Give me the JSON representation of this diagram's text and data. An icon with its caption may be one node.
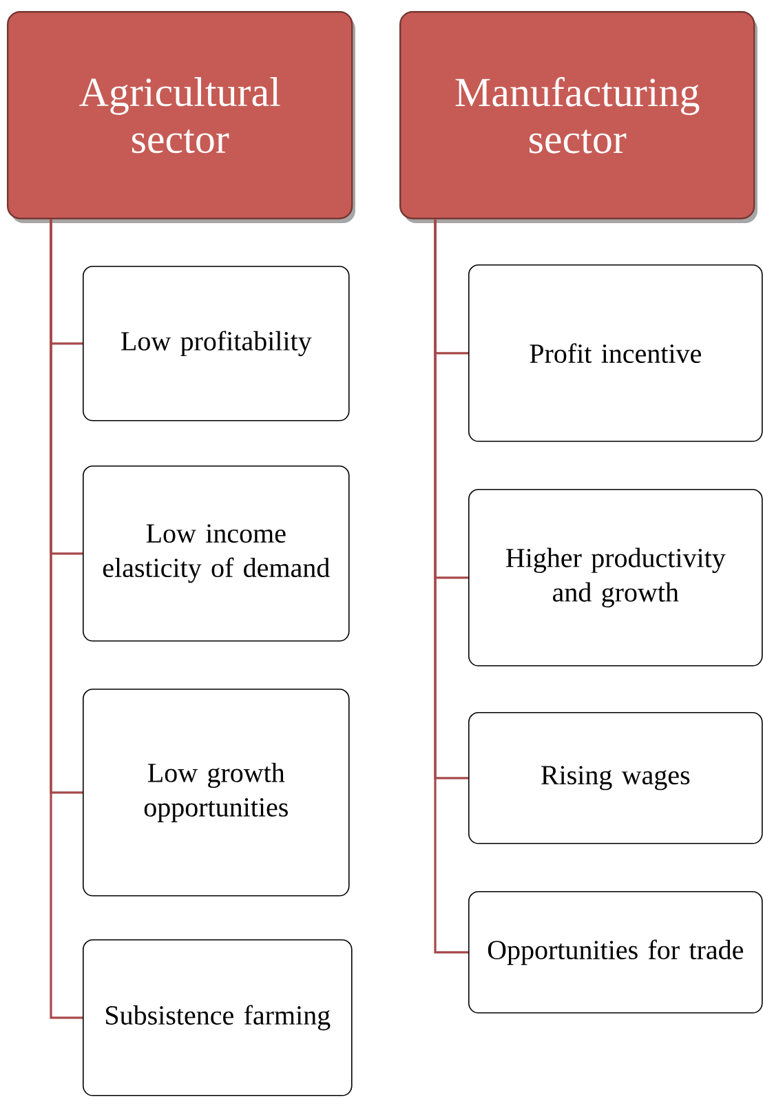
{
  "diagram": {
    "nodes": [
      {
        "text": [
          "Agricultural sector"
        ]
      },
      {
        "text": [
          "Low profitability"
        ]
      },
      {
        "text": [
          "Low income elasticity of demand"
        ]
      },
      {
        "text": [
          "Low growth opportunities"
        ]
      },
      {
        "text": [
          "Subsistence farming"
        ]
      },
      {
        "text": [
          "Manufacturing sector"
        ]
      },
      {
        "text": [
          "Profit incentive"
        ]
      },
      {
        "text": [
          "Higher productivity and growth"
        ]
      },
      {
        "text": [
          "Rising wages"
        ]
      },
      {
        "text": [
          "Opportunities for trade"
        ]
      }
    ],
    "edges": [
      {
        "from": 0,
        "to": 1,
        "arrow": "none"
      },
      {
        "from": 0,
        "to": 2,
        "arrow": "none"
      },
      {
        "from": 0,
        "to": 3,
        "arrow": "none"
      },
      {
        "from": 0,
        "to": 4,
        "arrow": "none"
      },
      {
        "from": 5,
        "to": 6,
        "arrow": "none"
      },
      {
        "from": 5,
        "to": 7,
        "arrow": "none"
      },
      {
        "from": 5,
        "to": 8,
        "arrow": "none"
      },
      {
        "from": 5,
        "to": 9,
        "arrow": "none"
      }
    ]
  }
}
